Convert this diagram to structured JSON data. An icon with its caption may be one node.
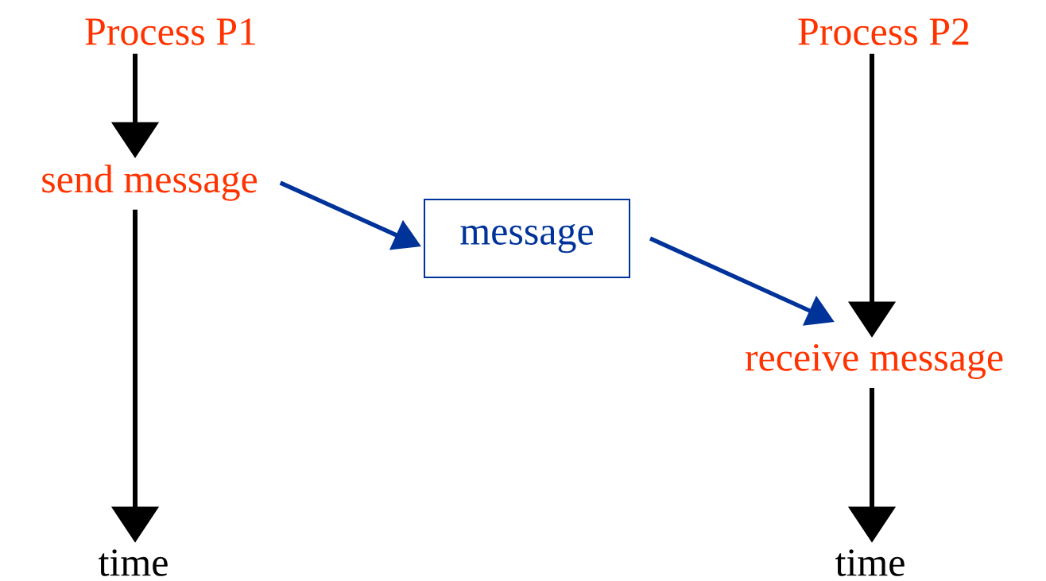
{
  "diagram": {
    "nodes": [
      {
        "text": [
          "Process P1"
        ]
      },
      {
        "text": [
          "send message"
        ]
      },
      {
        "text": [
          "time"
        ]
      },
      {
        "text": [
          "message"
        ]
      },
      {
        "text": [
          "Process P2"
        ]
      },
      {
        "text": [
          "receive message"
        ]
      },
      {
        "text": [
          "time"
        ]
      }
    ],
    "edges": [
      {
        "from": 0,
        "to": 1,
        "arrow": "to"
      },
      {
        "from": 1,
        "to": 2,
        "arrow": "to"
      },
      {
        "from": 1,
        "to": 3,
        "arrow": "to",
        "color": "#003399"
      },
      {
        "from": 3,
        "to": 5,
        "arrow": "to",
        "color": "#003399"
      },
      {
        "from": 4,
        "to": 5,
        "arrow": "to"
      },
      {
        "from": 5,
        "to": 6,
        "arrow": "to"
      }
    ]
  }
}
